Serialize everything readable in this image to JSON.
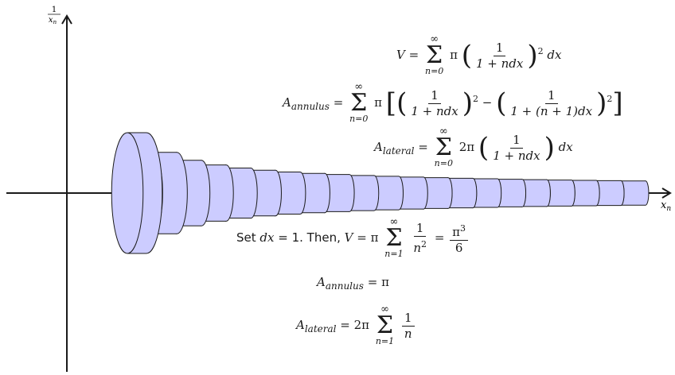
{
  "axes": {
    "y_label_num": "1",
    "y_label_den": "x",
    "y_label_den_sub": "n",
    "x_label": "x",
    "x_label_sub": "n"
  },
  "colors": {
    "fill": "#ccccff",
    "stroke": "#1a1a1a",
    "axis": "#1a1a1a"
  },
  "equations": {
    "volume": {
      "lhs": "V",
      "eq": "=",
      "sum_top": "∞",
      "sum_bot": "n=0",
      "pi": "π",
      "num": "1",
      "den": "1 + ndx",
      "power": "2",
      "tail": "dx"
    },
    "annulus": {
      "lhs": "A",
      "lhs_sub": "annulus",
      "eq": "=",
      "sum_top": "∞",
      "sum_bot": "n=0",
      "pi": "π",
      "num1": "1",
      "den1": "1 + ndx",
      "power1": "2",
      "minus": "−",
      "num2": "1",
      "den2": "1 + (n + 1)dx",
      "power2": "2"
    },
    "lateral": {
      "lhs": "A",
      "lhs_sub": "lateral",
      "eq": "=",
      "sum_top": "∞",
      "sum_bot": "n=0",
      "coef": "2π",
      "num": "1",
      "den": "1 + ndx",
      "tail": "dx"
    },
    "set_dx": {
      "prefix": "Set",
      "var": "dx",
      "assign": "= 1. Then,",
      "lhs": "V",
      "eq": "=",
      "pi": "π",
      "sum_top": "∞",
      "sum_bot": "n=1",
      "num": "1",
      "den": "n",
      "den_pow": "2",
      "eq2": "=",
      "rhs_num": "π",
      "rhs_num_pow": "3",
      "rhs_den": "6"
    },
    "annulus_result": {
      "lhs": "A",
      "lhs_sub": "annulus",
      "eq": "=",
      "rhs": "π"
    },
    "lateral_result": {
      "lhs": "A",
      "lhs_sub": "lateral",
      "eq": "=",
      "coef": "2π",
      "sum_top": "∞",
      "sum_bot": "n=1",
      "num": "1",
      "den": "n"
    }
  }
}
